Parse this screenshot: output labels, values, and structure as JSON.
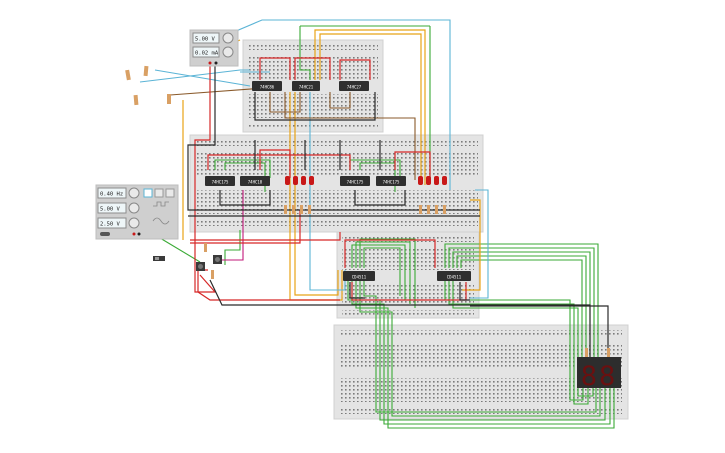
{
  "power_supply": {
    "voltage": "5.00 V",
    "current": "0.02 mA"
  },
  "function_generator": {
    "frequency": "0.40 Hz",
    "amplitude": "5.00 V",
    "offset": "2.50 V"
  },
  "chips": {
    "top_1": "74HC86",
    "top_2": "74HC21",
    "top_3": "74HC27",
    "mid_1": "74HC175",
    "mid_2": "74HC10",
    "mid_3": "74HC175",
    "mid_4": "74HC175",
    "low_1": "CD4511",
    "low_2": "CD4511"
  },
  "seven_segment": {
    "digits": "88"
  },
  "colors": {
    "breadboard": "#e4e4e4",
    "wire_red": "#d62828",
    "wire_black": "#2b2b2b",
    "wire_green": "#3aaa35",
    "wire_orange": "#e8a317",
    "wire_blue": "#5bb4d6",
    "wire_brown": "#8a5a2b",
    "wire_magenta": "#c2187a",
    "segment_display": "#2d2d2d",
    "segment_red": "#c81818"
  }
}
